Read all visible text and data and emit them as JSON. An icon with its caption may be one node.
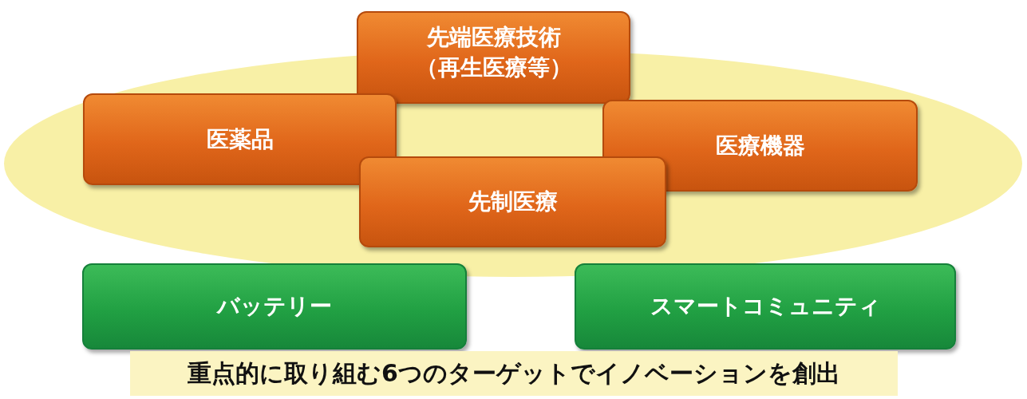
{
  "diagram": {
    "nodes": [
      {
        "text": [
          "先端医療技術（再生医療等）"
        ]
      },
      {
        "text": [
          "医薬品"
        ]
      },
      {
        "text": [
          "医療機器"
        ]
      },
      {
        "text": [
          "先制医療"
        ]
      },
      {
        "text": [
          "バッテリー"
        ]
      },
      {
        "text": [
          "スマートコミュニティ"
        ]
      },
      {
        "text": [
          "重点的に取り組む6つのターゲットでイノベーションを創出"
        ]
      }
    ]
  }
}
